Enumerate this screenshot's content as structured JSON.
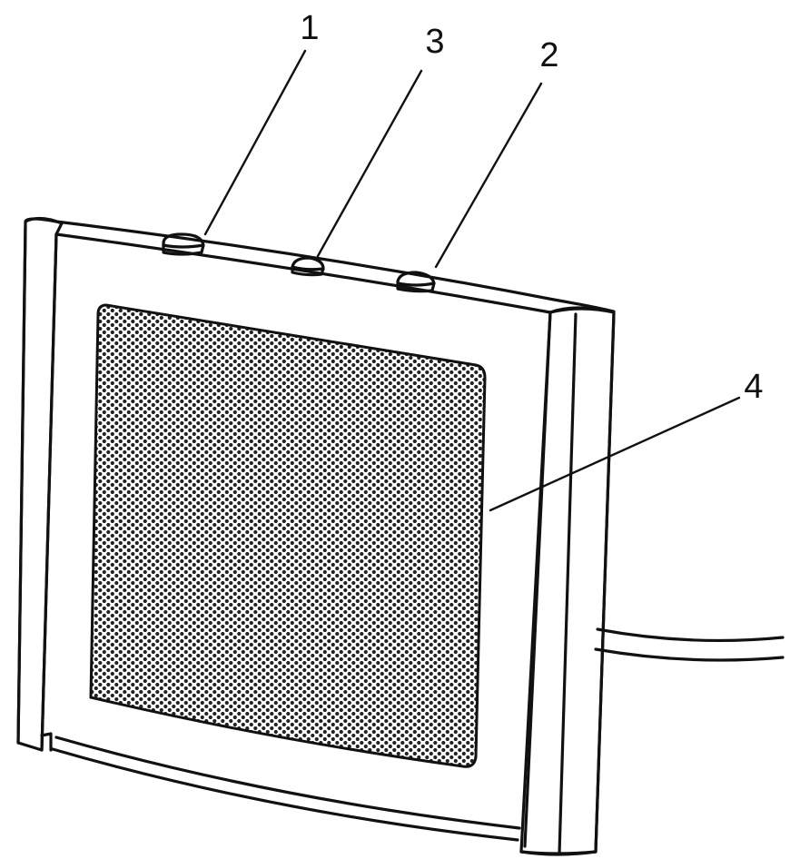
{
  "callouts": [
    {
      "label": "1",
      "part": "button"
    },
    {
      "label": "3",
      "part": "button"
    },
    {
      "label": "2",
      "part": "button"
    },
    {
      "label": "4",
      "part": "perforated-grille"
    }
  ]
}
